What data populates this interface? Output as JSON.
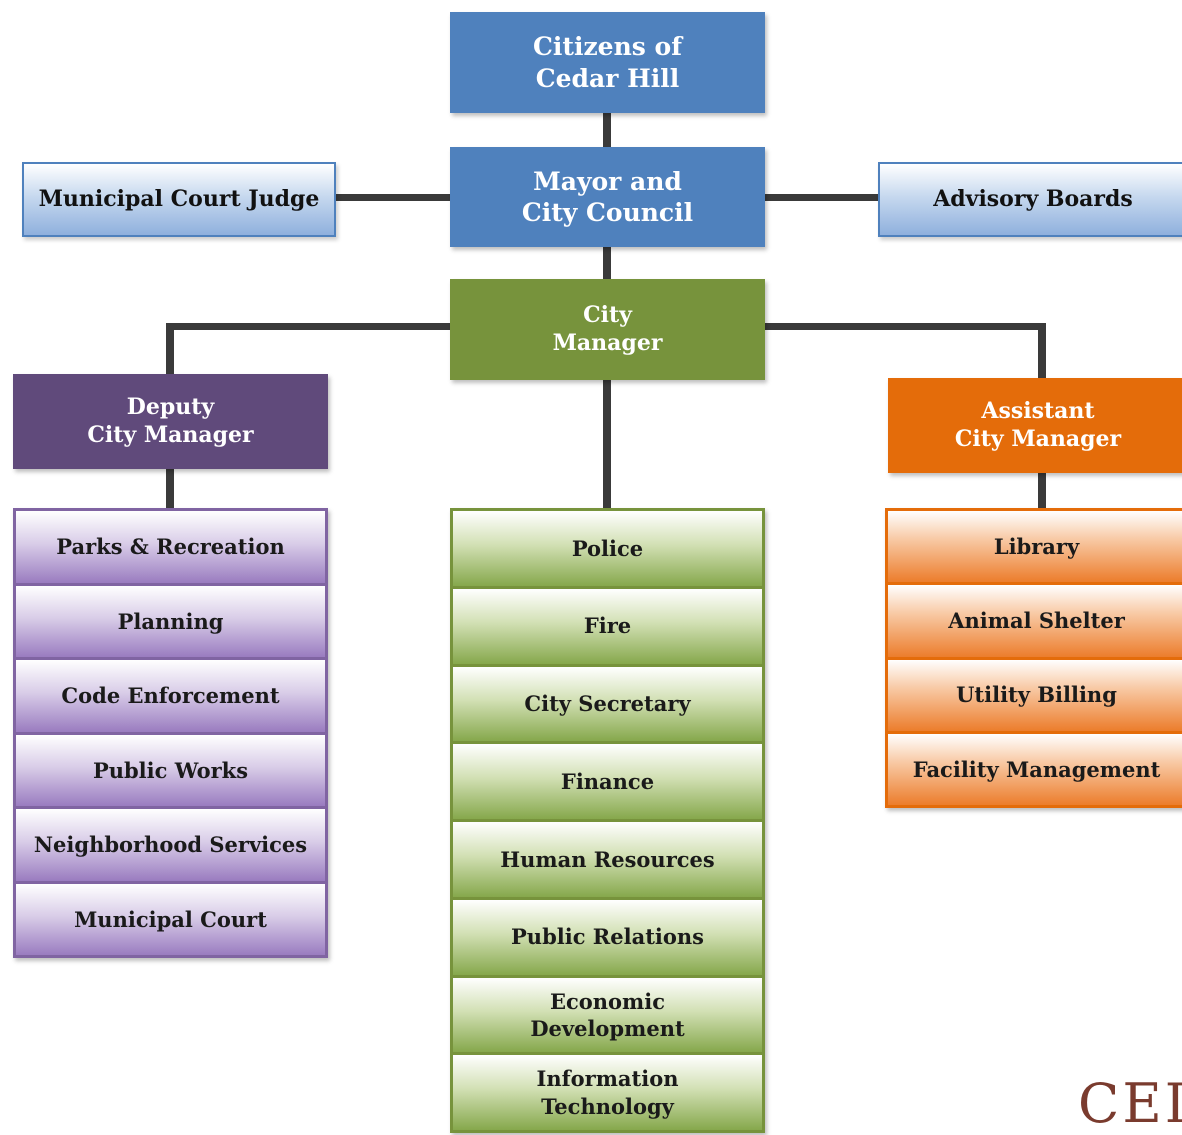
{
  "top": {
    "citizens": "Citizens of\nCedar Hill",
    "council": "Mayor and\nCity Council",
    "manager": "City\nManager"
  },
  "side": {
    "judge": "Municipal Court Judge",
    "advisory": "Advisory Boards"
  },
  "deputy": {
    "title": "Deputy\nCity Manager",
    "items": [
      "Parks & Recreation",
      "Planning",
      "Code Enforcement",
      "Public Works",
      "Neighborhood Services",
      "Municipal Court"
    ]
  },
  "manager_depts": {
    "items": [
      "Police",
      "Fire",
      "City Secretary",
      "Finance",
      "Human Resources",
      "Public Relations",
      "Economic\nDevelopment",
      "Information\nTechnology"
    ]
  },
  "assistant": {
    "title": "Assistant\nCity Manager",
    "items": [
      "Library",
      "Animal Shelter",
      "Utility Billing",
      "Facility Management"
    ]
  },
  "logo_text": "CEI",
  "colors": {
    "blue": "#4f81bd",
    "green": "#77933c",
    "purple": "#604a7b",
    "orange": "#e46c0a"
  }
}
